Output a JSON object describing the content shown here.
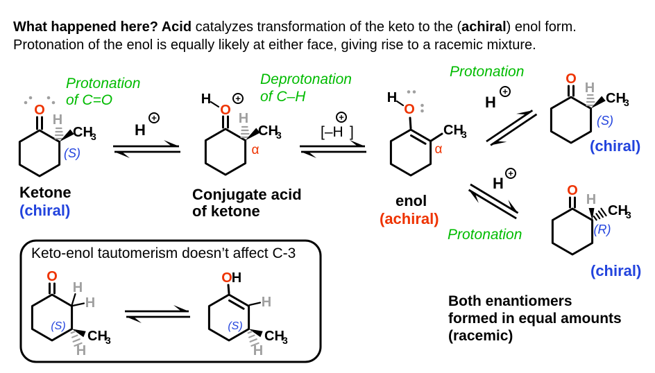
{
  "header": {
    "line1_bold1": "What happened here? Acid",
    "line1_rest1": " catalyzes transformation of the keto to the (",
    "line1_bold2": "achiral",
    "line1_rest2": ") enol form.",
    "line2": "Protonation of the enol is equally likely at either face, giving rise to a racemic mixture."
  },
  "colors": {
    "red": "#ee3300",
    "blue": "#2243dd",
    "green": "#00bb00",
    "gray": "#a0a0a0",
    "black": "#000000"
  },
  "annotations": {
    "protonation_co_line1": "Protonation",
    "protonation_co_line2": "of C=O",
    "deprotonation_ch_line1": "Deprotonation",
    "deprotonation_ch_line2": "of C–H",
    "protonation_top": "Protonation",
    "protonation_bottom": "Protonation"
  },
  "reagents": {
    "h": "H",
    "charge": "+",
    "minus_h": "[–H",
    "bracket_close": "]"
  },
  "atoms": {
    "o": "O",
    "h": "H",
    "ch": "CH",
    "sub3": "3"
  },
  "species": {
    "ketone": {
      "label": "Ketone",
      "chirality": "(chiral)",
      "stereo": "(S)"
    },
    "conjugate_acid": {
      "label_line1": "Conjugate acid",
      "label_line2": "of ketone",
      "alpha": "α"
    },
    "enol": {
      "label": "enol",
      "chirality": "(achiral)",
      "alpha": "α"
    },
    "product_s": {
      "stereo": "(S)",
      "chirality": "(chiral)"
    },
    "product_r": {
      "stereo": "(R)",
      "chirality": "(chiral)"
    }
  },
  "box": {
    "title": "Keto-enol tautomerism doesn’t affect C-3",
    "keto_stereo": "(S)",
    "enol_stereo": "(S)"
  },
  "conclusion": {
    "line1": "Both enantiomers",
    "line2": "formed in equal amounts",
    "line3": "(racemic)"
  }
}
